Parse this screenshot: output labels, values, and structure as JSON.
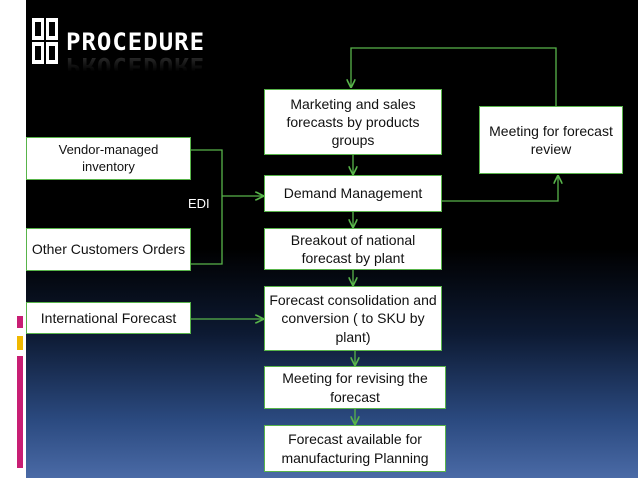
{
  "title": "PROCEDURE",
  "colors": {
    "box_border": "#58b44a",
    "box_fill": "#ffffff",
    "text": "#111111",
    "accent_magenta": "#c81e74",
    "accent_yellow": "#f0b800"
  },
  "icons": [
    "grid-tiles-icon"
  ],
  "boxes": {
    "marketing_forecasts": "Marketing and sales forecasts by products groups",
    "meeting_review": "Meeting for forecast review",
    "vendor_managed": "Vendor-managed inventory",
    "demand_management": "Demand Management",
    "other_customers": "Other Customers Orders",
    "breakout": "Breakout of national forecast by plant",
    "international": "International Forecast",
    "consolidation": "Forecast consolidation and conversion ( to SKU by plant)",
    "revising": "Meeting for revising the forecast",
    "available": "Forecast available for manufacturing Planning"
  },
  "edi_label": "EDI"
}
